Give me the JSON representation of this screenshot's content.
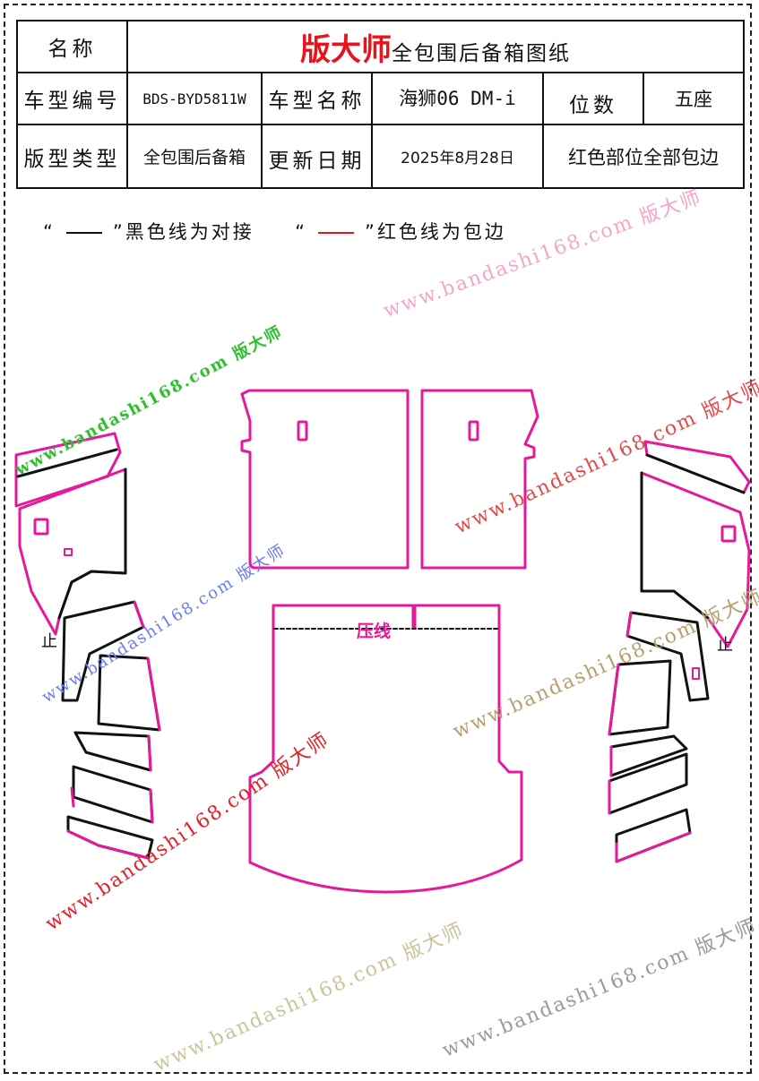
{
  "header": {
    "name_label": "名称",
    "brand": "版大师",
    "title": "全包围后备箱图纸",
    "model_code_label": "车型编号",
    "model_code": "BDS-BYD5811W",
    "model_name_label": "车型名称",
    "model_name": "海狮06 DM-i",
    "seats_label": "位数",
    "seats": "五座",
    "pattern_type_label": "版型类型",
    "pattern_type": "全包围后备箱",
    "update_label": "更新日期",
    "update_date": "2025年8月28日",
    "note": "红色部位全部包边"
  },
  "legend": {
    "q_open": "“",
    "q_close": "”",
    "black_text": "黑色线为对接",
    "red_text": "红色线为包边"
  },
  "diagram": {
    "press_line_label": "压线",
    "left_mark": "止",
    "right_mark": "止"
  },
  "watermark": {
    "text": "www.bandashi168.com 版大师"
  },
  "colors": {
    "brand": "#e8141b",
    "edge": "#e6199a",
    "seam": "#111111"
  }
}
